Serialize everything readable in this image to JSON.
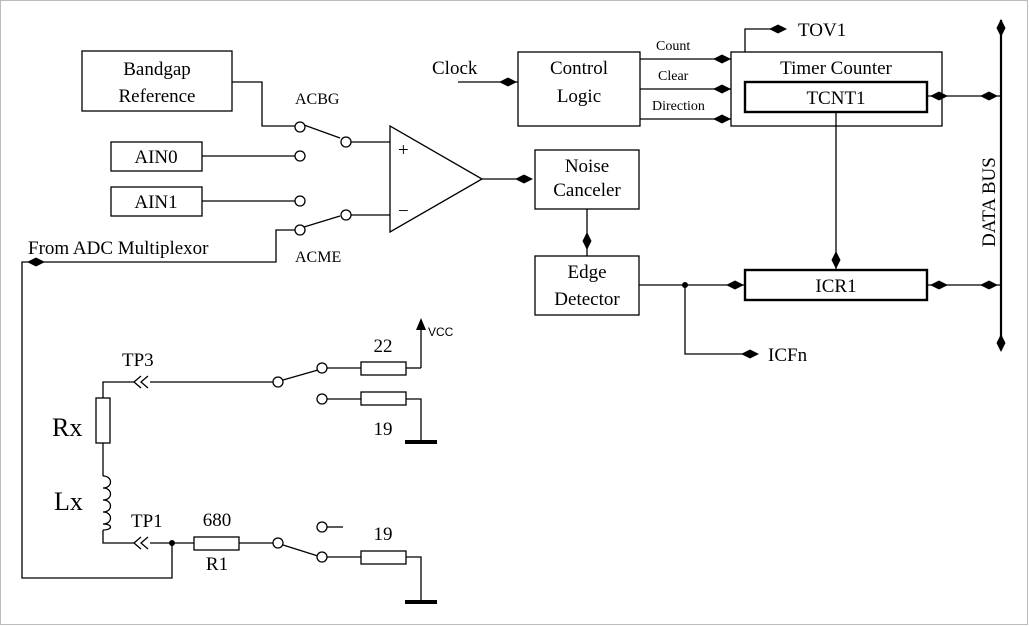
{
  "colors": {
    "line": "#000000",
    "background": "#ffffff",
    "frame": "#bbbbbb"
  },
  "blocks": {
    "bandgap_line1": "Bandgap",
    "bandgap_line2": "Reference",
    "ain0": "AIN0",
    "ain1": "AIN1",
    "control_line1": "Control",
    "control_line2": "Logic",
    "timer_counter": "Timer Counter",
    "tcnt1": "TCNT1",
    "noise_line1": "Noise",
    "noise_line2": "Canceler",
    "edge_line1": "Edge",
    "edge_line2": "Detector",
    "icr1": "ICR1"
  },
  "signals": {
    "acbg": "ACBG",
    "acme": "ACME",
    "from_adc": "From ADC Multiplexor",
    "clock": "Clock",
    "count": "Count",
    "clear": "Clear",
    "direction": "Direction",
    "tov1": "TOV1",
    "icfn": "ICFn",
    "data_bus": "DATA BUS",
    "plus": "+",
    "minus": "−"
  },
  "circuit": {
    "vcc": "VCC",
    "r22": "22",
    "r19_top": "19",
    "r19_bottom": "19",
    "r680": "680",
    "r1": "R1",
    "tp3": "TP3",
    "tp1": "TP1",
    "rx": "Rx",
    "lx": "Lx"
  }
}
